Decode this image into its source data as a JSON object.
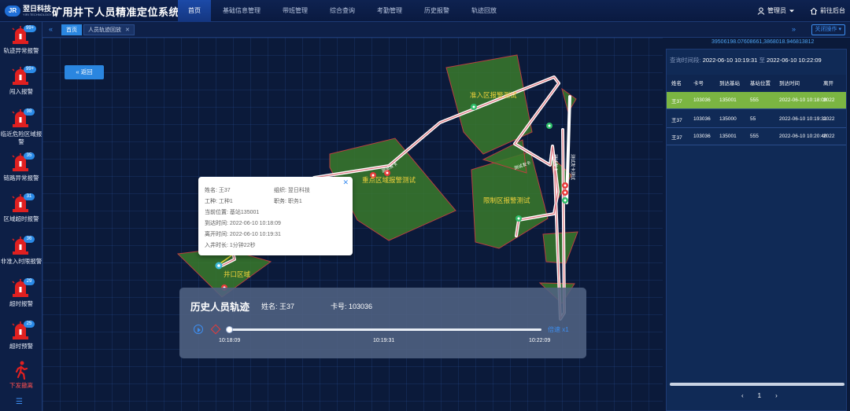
{
  "header": {
    "logo_cn": "翌日科技",
    "logo_en": "YIRI TECHNOLOGY",
    "logo_mark": "JR",
    "system_title": "矿用井下人员精准定位系统",
    "nav": [
      "首页",
      "基础信息管理",
      "带班管理",
      "综合查询",
      "考勤管理",
      "历史报警",
      "轨迹回放"
    ],
    "user": "管理员",
    "backend": "前往后台"
  },
  "sidebar": {
    "alarms": [
      {
        "label": "轨迹异常报警",
        "badge": "99+"
      },
      {
        "label": "闯入报警",
        "badge": "99+"
      },
      {
        "label": "临近危险区域报警",
        "badge": "98"
      },
      {
        "label": "链路异常报警",
        "badge": "35"
      },
      {
        "label": "区域超时报警",
        "badge": "31"
      },
      {
        "label": "非准入时限报警",
        "badge": "36"
      },
      {
        "label": "超时报警",
        "badge": "29"
      },
      {
        "label": "超时预警",
        "badge": "25"
      }
    ],
    "sos_label": "下发撤离",
    "collapse_icon": "collapse-icon"
  },
  "tabs": {
    "home": "首页",
    "active": "人员轨迹回放",
    "close_ops": "关闭操作"
  },
  "map": {
    "back_label": "返回",
    "coords": "39506198.07608661,3868018.946813812",
    "zones": [
      "准入区报警测试",
      "重点区域报警测试",
      "限制区报警测试",
      "井口区域"
    ],
    "path_labels": [
      "测试发卡",
      "测试发卡",
      "测试发卡"
    ],
    "route_label": "测试发卡测试"
  },
  "popup": {
    "name_k": "姓名:",
    "name_v": "王37",
    "org_k": "组织:",
    "org_v": "翌日科技",
    "type_k": "工种:",
    "type_v": "工种1",
    "duty_k": "职务:",
    "duty_v": "职务1",
    "pos_k": "当前位置:",
    "pos_v": "基站135001",
    "arrive_k": "到达时间:",
    "arrive_v": "2022-06-10 10:18:09",
    "leave_k": "离开时间:",
    "leave_v": "2022-06-10 10:19:31",
    "dur_k": "入井时长:",
    "dur_v": "1分钟22秒"
  },
  "playback": {
    "title": "历史人员轨迹",
    "name": "姓名:  王37",
    "card": "卡号:  103036",
    "speed": "倍速 x1",
    "ticks": [
      "10:18:09",
      "10:19:31",
      "10:22:09"
    ],
    "progress": 0
  },
  "panel": {
    "range_label": "查询时间段:",
    "start": "2022-06-10 10:19:31",
    "to": "至",
    "end": "2022-06-10 10:22:09",
    "columns": [
      "姓名",
      "卡号",
      "到达基站",
      "基站位置",
      "到达时间",
      "离开"
    ],
    "rows": [
      [
        "王37",
        "103036",
        "135001",
        "555",
        "2022-06-10 10:18:09",
        "2022"
      ],
      [
        "王37",
        "103036",
        "135000",
        "55",
        "2022-06-10 10:19:31",
        "2022"
      ],
      [
        "王37",
        "103036",
        "135001",
        "555",
        "2022-06-10 10:20:40",
        "2022"
      ]
    ],
    "page": "1"
  },
  "colors": {
    "accent": "#2a86e0",
    "zone_fill": "#3a7a2c",
    "zone_stroke": "#b84040",
    "selected_row": "#7bb542",
    "route": "#f2c4c4"
  }
}
